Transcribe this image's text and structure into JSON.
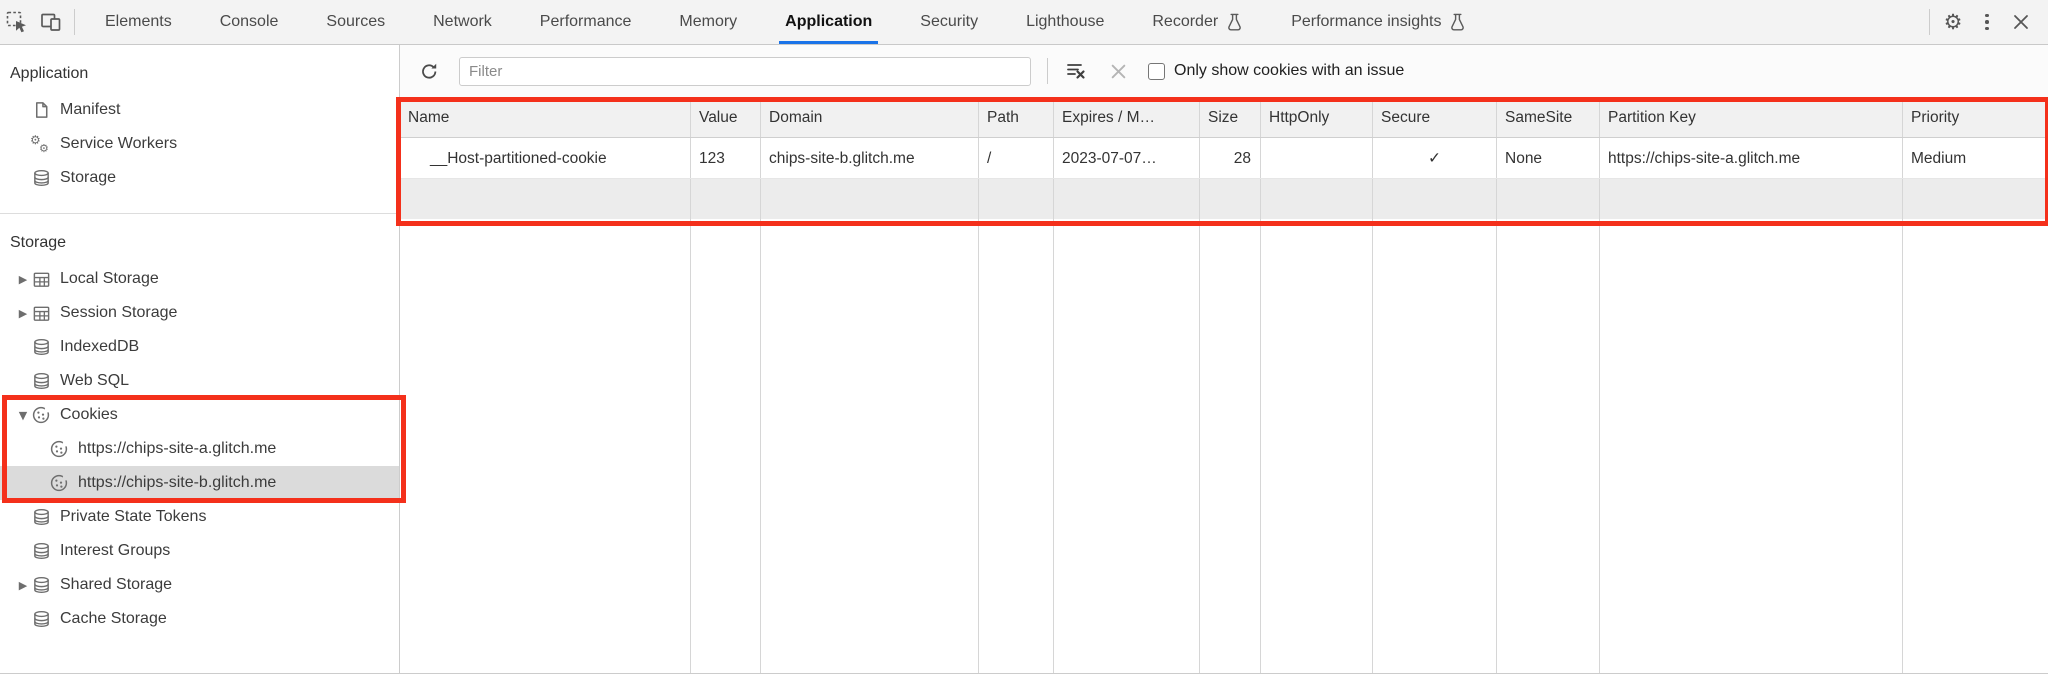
{
  "colors": {
    "accent_blue": "#1a73e8",
    "annotation_red": "#f4301b",
    "selected_row_bg": "#dbdbdb"
  },
  "tabbar": {
    "tabs": [
      "Elements",
      "Console",
      "Sources",
      "Network",
      "Performance",
      "Memory",
      "Application",
      "Security",
      "Lighthouse",
      "Recorder",
      "Performance insights"
    ],
    "selected_tab": "Application"
  },
  "sidebar": {
    "application_section": {
      "title": "Application",
      "items": [
        "Manifest",
        "Service Workers",
        "Storage"
      ]
    },
    "storage_section": {
      "title": "Storage",
      "items": [
        "Local Storage",
        "Session Storage",
        "IndexedDB",
        "Web SQL",
        "Cookies",
        "https://chips-site-a.glitch.me",
        "https://chips-site-b.glitch.me",
        "Private State Tokens",
        "Interest Groups",
        "Shared Storage",
        "Cache Storage"
      ],
      "selected_item": "https://chips-site-b.glitch.me"
    }
  },
  "toolbar": {
    "filter_placeholder": "Filter",
    "issue_checkbox_label": "Only show cookies with an issue",
    "issue_checkbox_checked": false
  },
  "table": {
    "columns": [
      "Name",
      "Value",
      "Domain",
      "Path",
      "Expires / M…",
      "Size",
      "HttpOnly",
      "Secure",
      "SameSite",
      "Partition Key",
      "Priority"
    ],
    "row": {
      "name": "__Host-partitioned-cookie",
      "value": "123",
      "domain": "chips-site-b.glitch.me",
      "path": "/",
      "expires": "2023-07-07…",
      "size": "28",
      "httponly": "",
      "secure": "✓",
      "samesite": "None",
      "partition_key": "https://chips-site-a.glitch.me",
      "priority": "Medium"
    }
  }
}
